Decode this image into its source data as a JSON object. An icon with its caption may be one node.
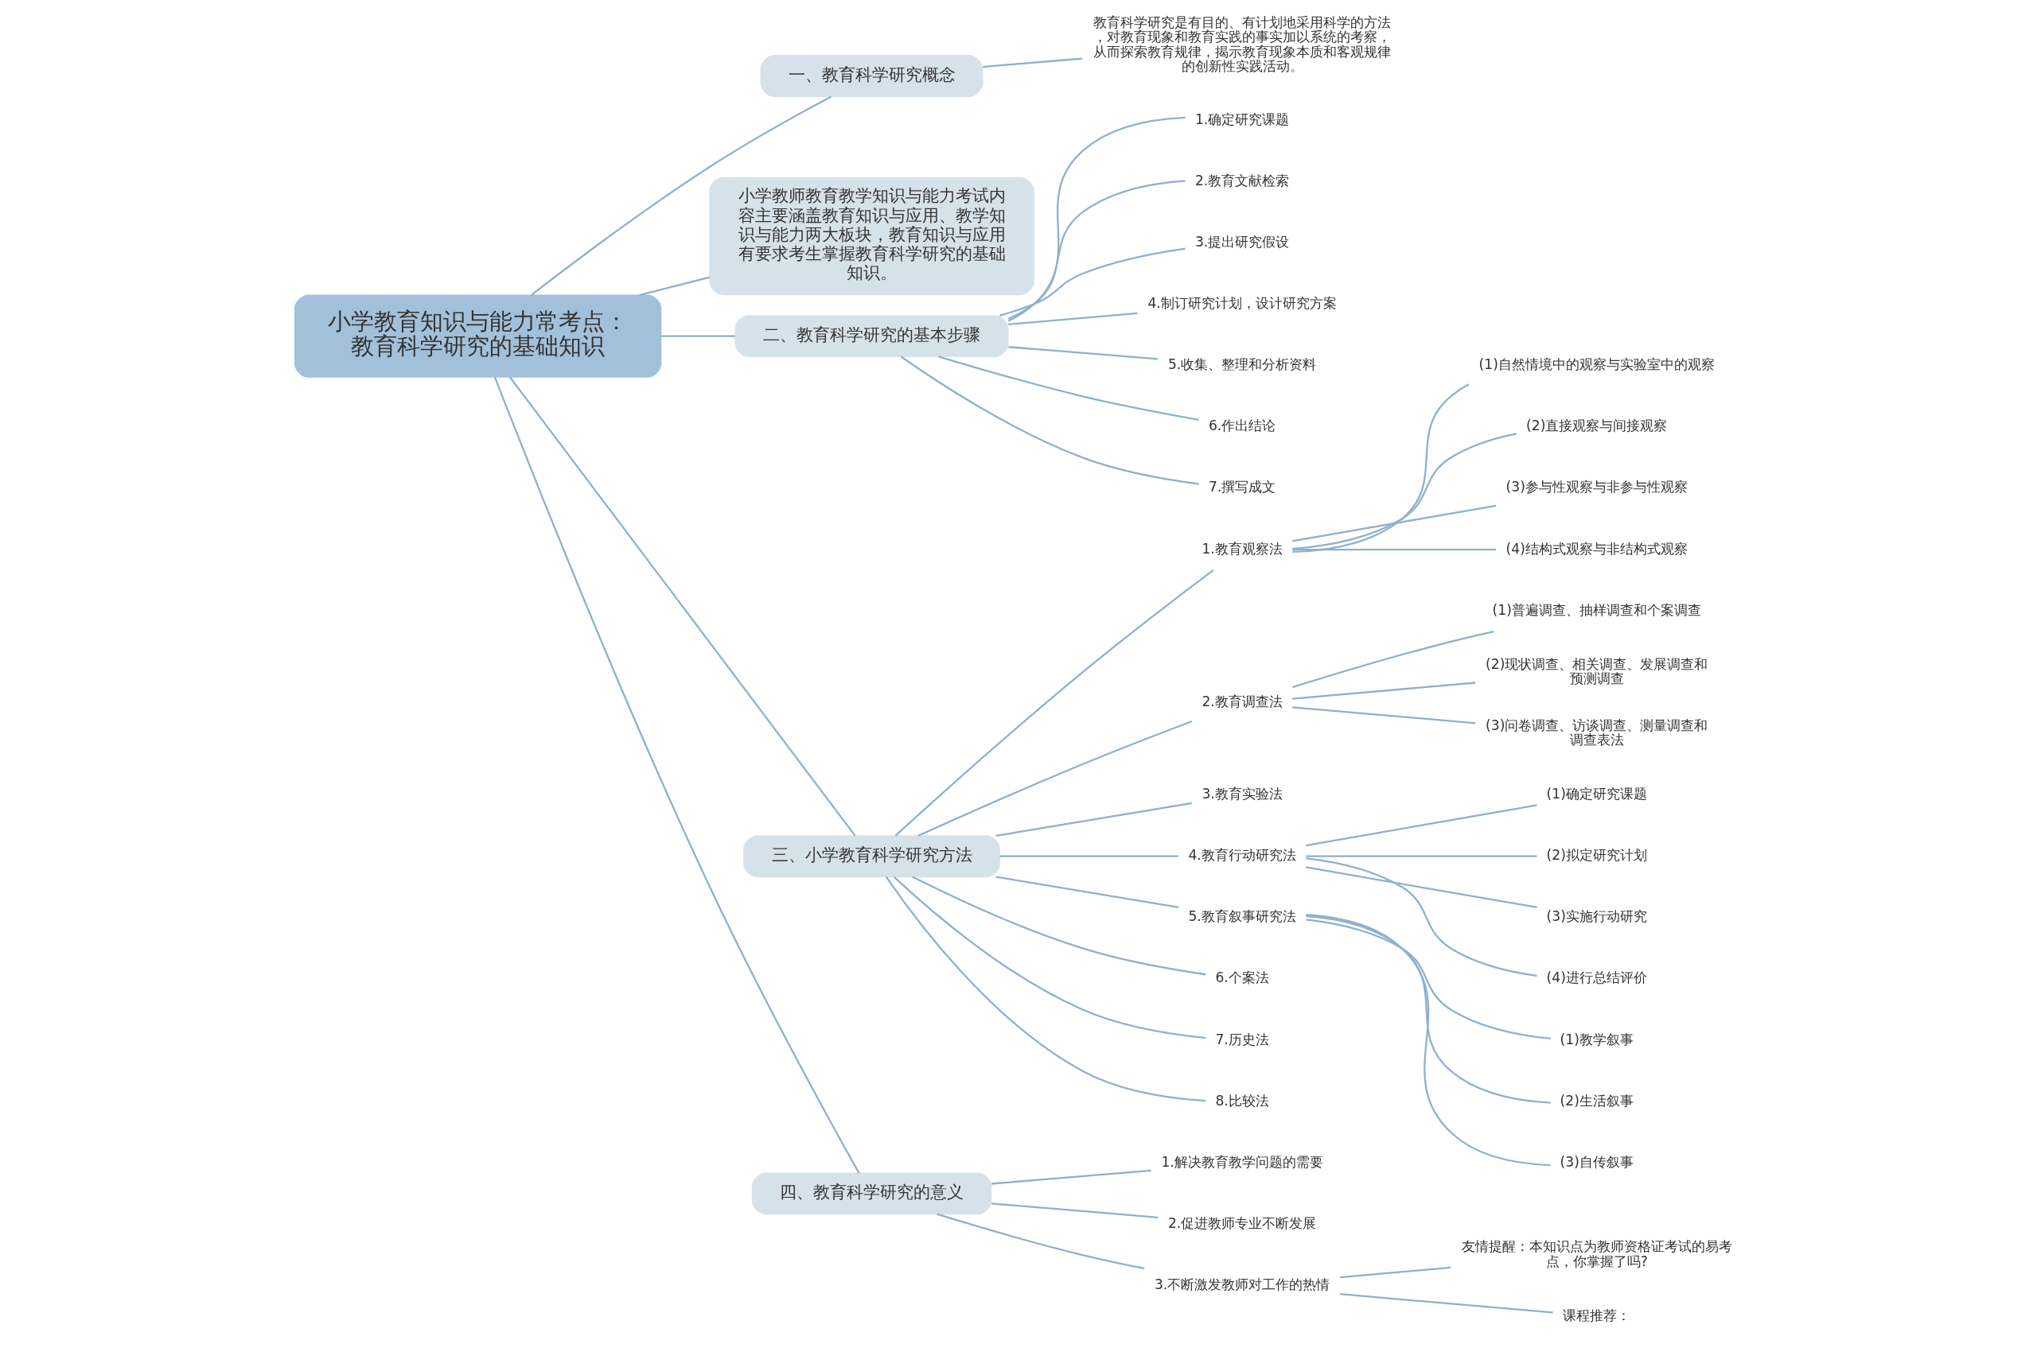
{
  "diagram": {
    "nodes": [
      {
        "text": [
          "小学教育知识与能力常考点：教育科学研究的基础知识"
        ]
      },
      {
        "text": [
          "一、教育科学研究概念"
        ]
      },
      {
        "text": [
          "教育科学研究是有目的、有计划地采用科学的方法，对教育现象和教育实践的事实加以系统的考察，从而探索教育规律，揭示教育现象本质和客观规律的创新性实践活动。"
        ]
      },
      {
        "text": [
          "小学教师教育教学知识与能力考试内容主要涵盖教育知识与应用、教学知识与能力两大板块，教育知识与应用有要求考生掌握教育科学研究的基础知识。"
        ]
      },
      {
        "text": [
          "二、教育科学研究的基本步骤"
        ]
      },
      {
        "text": [
          "1.确定研究课题"
        ]
      },
      {
        "text": [
          "2.教育文献检索"
        ]
      },
      {
        "text": [
          "3.提出研究假设"
        ]
      },
      {
        "text": [
          "4.制订研究计划，设计研究方案"
        ]
      },
      {
        "text": [
          "5.收集、整理和分析资料"
        ]
      },
      {
        "text": [
          "6.作出结论"
        ]
      },
      {
        "text": [
          "7.撰写成文"
        ]
      },
      {
        "text": [
          "三、小学教育科学研究方法"
        ]
      },
      {
        "text": [
          "1.教育观察法"
        ]
      },
      {
        "text": [
          "(1)自然情境中的观察与实验室中的观察"
        ]
      },
      {
        "text": [
          "(2)直接观察与间接观察"
        ]
      },
      {
        "text": [
          "(3)参与性观察与非参与性观察"
        ]
      },
      {
        "text": [
          "(4)结构式观察与非结构式观察"
        ]
      },
      {
        "text": [
          "2.教育调查法"
        ]
      },
      {
        "text": [
          "(1)普遍调查、抽样调查和个案调查"
        ]
      },
      {
        "text": [
          "(2)现状调查、相关调查、发展调查和预测调查"
        ]
      },
      {
        "text": [
          "(3)问卷调查、访谈调查、测量调查和调查表法"
        ]
      },
      {
        "text": [
          "3.教育实验法"
        ]
      },
      {
        "text": [
          "4.教育行动研究法"
        ]
      },
      {
        "text": [
          "(1)确定研究课题"
        ]
      },
      {
        "text": [
          "(2)拟定研究计划"
        ]
      },
      {
        "text": [
          "(3)实施行动研究"
        ]
      },
      {
        "text": [
          "(4)进行总结评价"
        ]
      },
      {
        "text": [
          "5.教育叙事研究法"
        ]
      },
      {
        "text": [
          "(1)教学叙事"
        ]
      },
      {
        "text": [
          "(2)生活叙事"
        ]
      },
      {
        "text": [
          "(3)自传叙事"
        ]
      },
      {
        "text": [
          "6.个案法"
        ]
      },
      {
        "text": [
          "7.历史法"
        ]
      },
      {
        "text": [
          "8.比较法"
        ]
      },
      {
        "text": [
          "四、教育科学研究的意义"
        ]
      },
      {
        "text": [
          "1.解决教育教学问题的需要"
        ]
      },
      {
        "text": [
          "2.促进教师专业不断发展"
        ]
      },
      {
        "text": [
          "3.不断激发教师对工作的热情"
        ]
      },
      {
        "text": [
          "友情提醒：本知识点为教师资格证考试的易考点，你掌握了吗?"
        ]
      },
      {
        "text": [
          "课程推荐："
        ]
      }
    ],
    "edges": [
      {
        "from": 0,
        "to": 1,
        "arrow": "none"
      },
      {
        "from": 1,
        "to": 2,
        "arrow": "none"
      },
      {
        "from": 0,
        "to": 3,
        "arrow": "none"
      },
      {
        "from": 0,
        "to": 4,
        "arrow": "none"
      },
      {
        "from": 4,
        "to": 5,
        "arrow": "none"
      },
      {
        "from": 4,
        "to": 6,
        "arrow": "none"
      },
      {
        "from": 4,
        "to": 7,
        "arrow": "none"
      },
      {
        "from": 4,
        "to": 8,
        "arrow": "none"
      },
      {
        "from": 4,
        "to": 9,
        "arrow": "none"
      },
      {
        "from": 4,
        "to": 10,
        "arrow": "none"
      },
      {
        "from": 4,
        "to": 11,
        "arrow": "none"
      },
      {
        "from": 0,
        "to": 12,
        "arrow": "none"
      },
      {
        "from": 12,
        "to": 13,
        "arrow": "none"
      },
      {
        "from": 13,
        "to": 14,
        "arrow": "none"
      },
      {
        "from": 13,
        "to": 15,
        "arrow": "none"
      },
      {
        "from": 13,
        "to": 16,
        "arrow": "none"
      },
      {
        "from": 13,
        "to": 17,
        "arrow": "none"
      },
      {
        "from": 12,
        "to": 18,
        "arrow": "none"
      },
      {
        "from": 18,
        "to": 19,
        "arrow": "none"
      },
      {
        "from": 18,
        "to": 20,
        "arrow": "none"
      },
      {
        "from": 18,
        "to": 21,
        "arrow": "none"
      },
      {
        "from": 12,
        "to": 22,
        "arrow": "none"
      },
      {
        "from": 12,
        "to": 23,
        "arrow": "none"
      },
      {
        "from": 23,
        "to": 24,
        "arrow": "none"
      },
      {
        "from": 23,
        "to": 25,
        "arrow": "none"
      },
      {
        "from": 23,
        "to": 26,
        "arrow": "none"
      },
      {
        "from": 23,
        "to": 27,
        "arrow": "none"
      },
      {
        "from": 12,
        "to": 28,
        "arrow": "none"
      },
      {
        "from": 28,
        "to": 29,
        "arrow": "none"
      },
      {
        "from": 28,
        "to": 30,
        "arrow": "none"
      },
      {
        "from": 28,
        "to": 31,
        "arrow": "none"
      },
      {
        "from": 12,
        "to": 32,
        "arrow": "none"
      },
      {
        "from": 12,
        "to": 33,
        "arrow": "none"
      },
      {
        "from": 12,
        "to": 34,
        "arrow": "none"
      },
      {
        "from": 0,
        "to": 35,
        "arrow": "none"
      },
      {
        "from": 35,
        "to": 36,
        "arrow": "none"
      },
      {
        "from": 35,
        "to": 37,
        "arrow": "none"
      },
      {
        "from": 35,
        "to": 38,
        "arrow": "none"
      },
      {
        "from": 38,
        "to": 39,
        "arrow": "none"
      },
      {
        "from": 38,
        "to": 40,
        "arrow": "none"
      }
    ]
  }
}
